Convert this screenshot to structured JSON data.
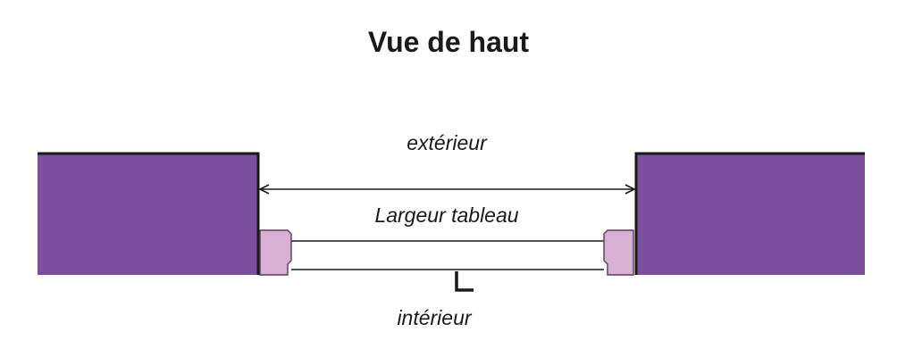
{
  "title": "Vue de haut",
  "labels": {
    "exterior": "extérieur",
    "width": "Largeur tableau",
    "interior": "intérieur"
  },
  "colors": {
    "wall": "#7b4f9e",
    "wall_edge": "#1a1a1a",
    "frame": "#d8b0d6",
    "frame_edge": "#5a3a5a",
    "line": "#1a1a1a"
  }
}
